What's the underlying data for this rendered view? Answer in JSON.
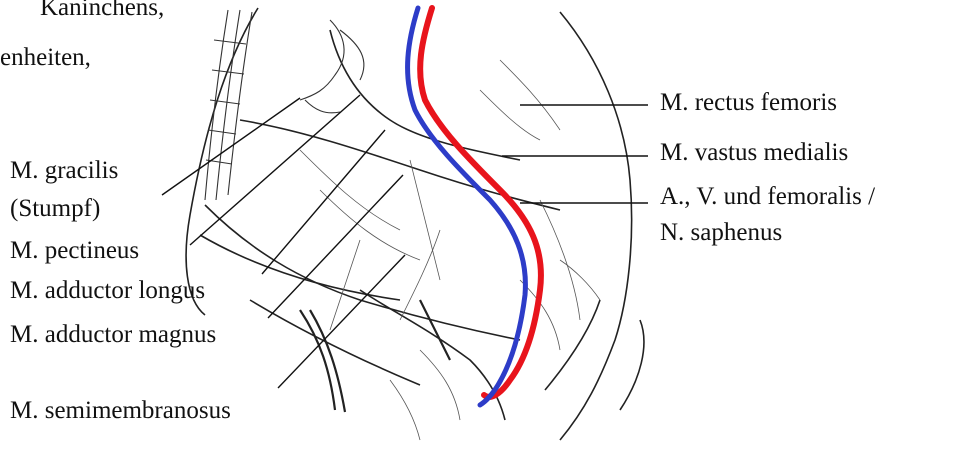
{
  "header_fragments": {
    "line1": "Kaninchens,",
    "line2": "enheiten,"
  },
  "labels": {
    "gracilis_line1": "M. gracilis",
    "gracilis_line2": "(Stumpf)",
    "pectineus": "M. pectineus",
    "adductor_longus": "M. adductor longus",
    "adductor_magnus": "M. adductor magnus",
    "semimembranosus": "M. semimembranosus",
    "rectus_femoris": "M. rectus femoris",
    "vastus_medialis": "M. vastus medialis",
    "femoralis_line1": "A., V. und femoralis /",
    "femoralis_line2": "N. saphenus"
  },
  "colors": {
    "artery": "#e8141c",
    "vein": "#2d3cc8",
    "ink": "#1a1a1a"
  }
}
